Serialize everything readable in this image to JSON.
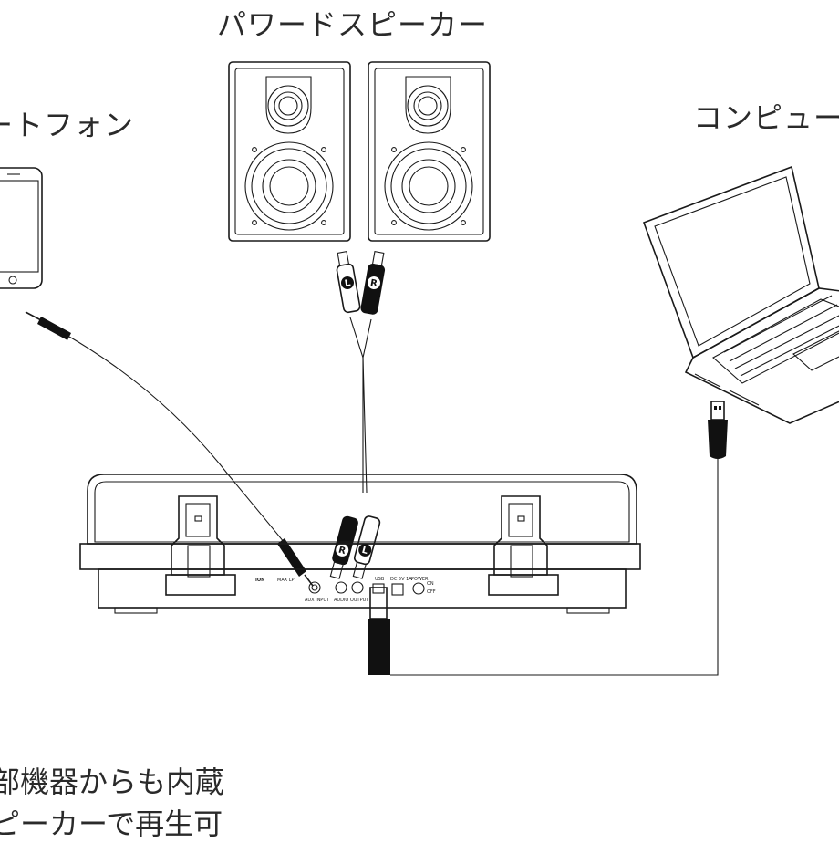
{
  "labels": {
    "powered_speaker": "パワードスピーカー",
    "smartphone": "ートフォン",
    "computer": "コンピュー",
    "note_line1": "部機器からも内蔵",
    "note_line2": "ピーカーで再生可"
  },
  "connector_marks": {
    "left": "L",
    "right": "R"
  },
  "turntable_panel": {
    "brand": "ION",
    "model": "MAX LP",
    "aux_input": "AUX INPUT",
    "audio_output": "AUDIO OUTPUT",
    "usb": "USB",
    "dc": "DC 5V 1A",
    "power": "POWER",
    "on": "ON",
    "off": "OFF"
  },
  "colors": {
    "line": "#1a1a1a",
    "fill_dark": "#111111",
    "fill_light": "#ffffff"
  }
}
